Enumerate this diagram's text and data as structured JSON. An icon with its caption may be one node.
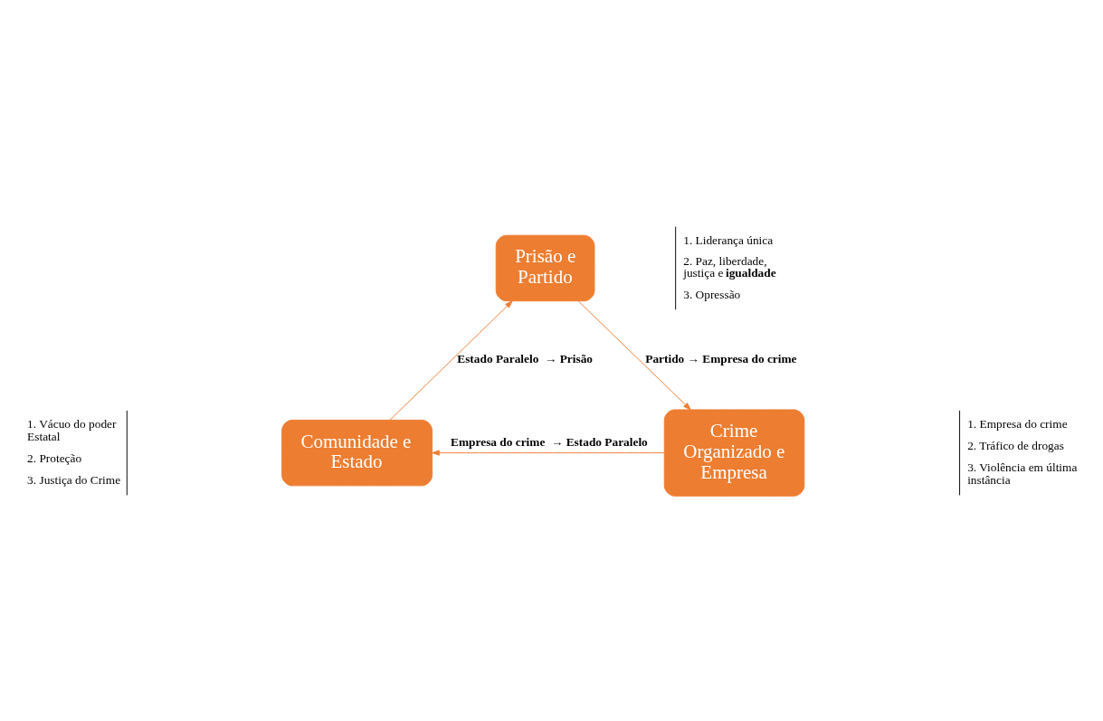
{
  "diagram": {
    "nodes": [
      {
        "text": [
          "Prisão e Partido"
        ],
        "beside": [
          "1. Liderança única",
          "2. Paz, liberdade, justiça e **igualdade**",
          "3. Opressão"
        ]
      },
      {
        "text": [
          "Crime Organizado e Empresa"
        ],
        "beside": [
          "1. Empresa do crime",
          "2. Tráfico de drogas",
          "3. Violência em última instância"
        ]
      },
      {
        "text": [
          "Comunidade e Estado"
        ],
        "beside": [
          "1. Vácuo do poder Estatal",
          "2. Proteção",
          "3. Justiça do Crime"
        ]
      }
    ],
    "edges": [
      {
        "from": 0,
        "to": 1,
        "arrow": "to",
        "label": "Partido → Empresa do crime"
      },
      {
        "from": 1,
        "to": 2,
        "arrow": "to",
        "label": "Empresa do crime  → Estado Paralelo"
      },
      {
        "from": 2,
        "to": 0,
        "arrow": "to",
        "label": "Estado Paralelo  → Prisão"
      }
    ]
  }
}
